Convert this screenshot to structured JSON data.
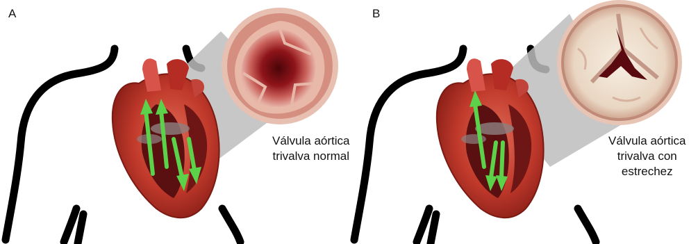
{
  "panels": [
    {
      "letter": "A",
      "caption": [
        "Válvula aórtica",
        "trivalva normal"
      ]
    },
    {
      "letter": "B",
      "caption": [
        "Válvula aórtica",
        "trivalva con",
        "estrechez"
      ]
    }
  ],
  "colors": {
    "outline": "#000000",
    "heart_red": "#c0392b",
    "heart_dark": "#6b1414",
    "flow_arrows": "#5cd24a",
    "valve_pink": "#d9968a",
    "valve_dark": "#7a0d14",
    "zoom_cone": "#b9b9b9"
  },
  "icons": [
    "heart-illustration",
    "aortic-valve-normal",
    "aortic-valve-stenotic",
    "blood-flow-arrows"
  ]
}
